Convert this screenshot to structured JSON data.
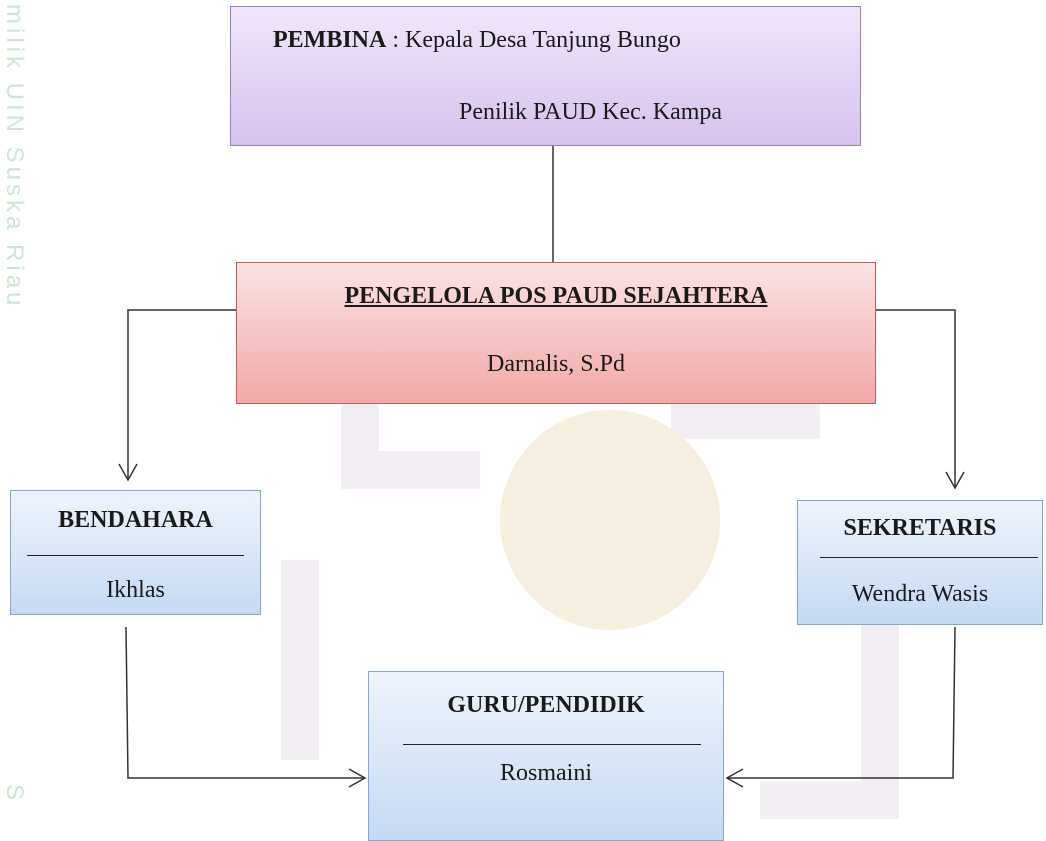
{
  "watermark": {
    "side_text": "milik UIN Suska Riau",
    "bottom_letter": "S"
  },
  "pembina": {
    "label": "PEMBINA",
    "separator": " : ",
    "line1": "Kepala Desa Tanjung Bungo",
    "line2": "Penilik PAUD Kec. Kampa"
  },
  "pengelola": {
    "title": "PENGELOLA POS PAUD SEJAHTERA",
    "name": "Darnalis, S.Pd"
  },
  "bendahara": {
    "title": "BENDAHARA",
    "name": "Ikhlas"
  },
  "sekretaris": {
    "title": "SEKRETARIS",
    "name": "Wendra Wasis"
  },
  "guru": {
    "title": "GURU/PENDIDIK",
    "name": "Rosmaini"
  },
  "colors": {
    "pembina_fill": "#d7c2ec",
    "pengelola_fill": "#f2a8a8",
    "staff_fill": "#c5d9f3",
    "connector": "#333333",
    "watermark": "#cde6d2"
  }
}
